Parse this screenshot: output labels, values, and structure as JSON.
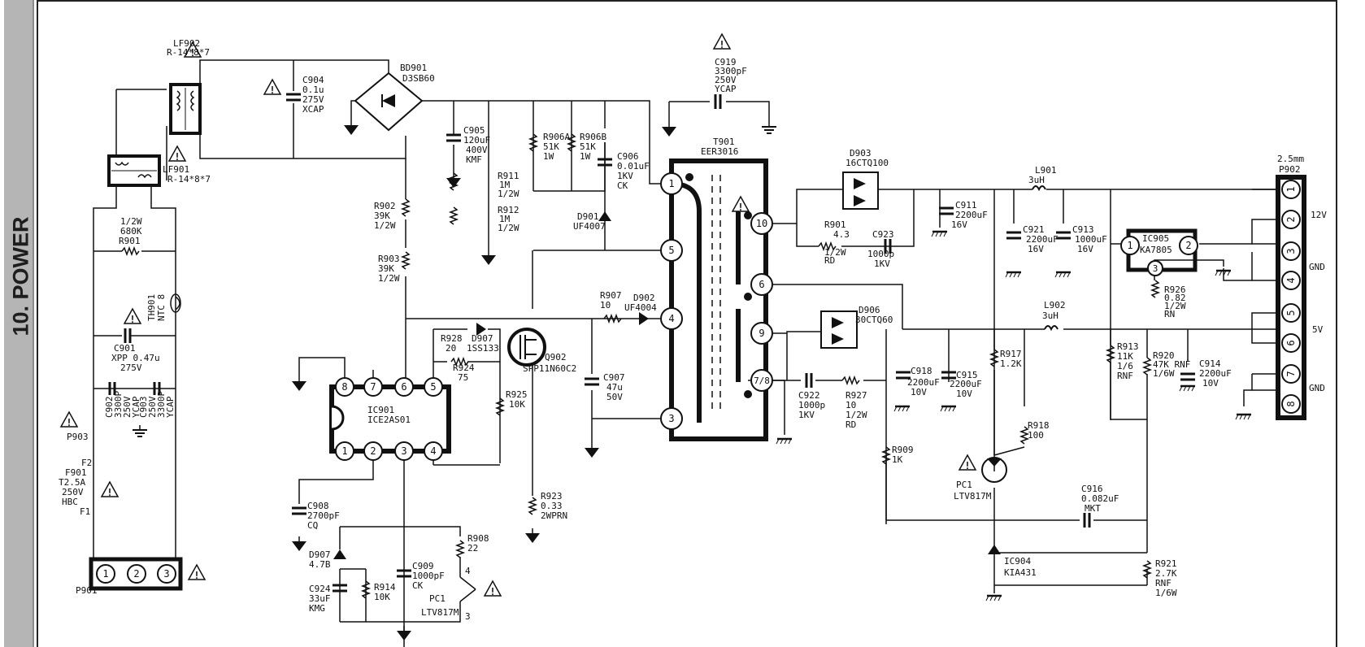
{
  "section_title": "10. POWER",
  "colors": {
    "ink": "#111111",
    "tab": "#b5b5b5"
  },
  "labels": {
    "lf902": "LF902",
    "lf902_val": "R-14*8*7",
    "lf901": "LF901",
    "lf901_val": "R-14*8*7",
    "c904": "C904",
    "c904_v1": "0.1u",
    "c904_v2": "275V",
    "c904_v3": "XCAP",
    "bd901": "BD901",
    "bd901_val": "D3SB60",
    "c919": "C919",
    "c919_v1": "3300pF",
    "c919_v2": "250V",
    "c919_v3": "YCAP",
    "c905": "C905",
    "c905_v1": "120uF",
    "c905_v2": "400V",
    "c905_v3": "KMF",
    "r906a": "R906A",
    "r906a_v1": "51K",
    "r906a_v2": "1W",
    "r906b": "R906B",
    "r906b_v1": "51K",
    "r906b_v2": "1W",
    "c906": "C906",
    "c906_v1": "0.01uF",
    "c906_v2": "1KV",
    "c906_v3": "CK",
    "t901": "T901",
    "t901_val": "EER3016",
    "r911": "R911",
    "r911_v1": "1M",
    "r911_v2": "1/2W",
    "r912": "R912",
    "r912_v1": "1M",
    "r912_v2": "1/2W",
    "d901": "D901",
    "d901_val": "UF4007",
    "r902": "R902",
    "r902_v1": "39K",
    "r902_v2": "1/2W",
    "r903": "R903",
    "r903_v1": "39K",
    "r903_v2": "1/2W",
    "r901a_v1": "1/2W",
    "r901a_v2": "680K",
    "r901a": "R901",
    "th901": "TH901",
    "th901_val": "NTC 8",
    "c901": "C901",
    "c901_v1": "XPP 0.47u",
    "c901_v2": "275V",
    "c902": "C902",
    "c902_v1": "3300P",
    "c902_v2": "250V",
    "c902_v3": "YCAP",
    "c903": "C903",
    "c903_v1": "250V",
    "c903_v2": "3300P",
    "c903_v3": "YCAP",
    "p903": "P903",
    "f2": "F2",
    "f901": "F901",
    "f901_v1": "T2.5A",
    "f901_v2": "250V",
    "f901_v3": "HBC",
    "f1": "F1",
    "p901": "P901",
    "p901_n1": "1",
    "p901_n2": "2",
    "p901_n3": "3",
    "r907": "R907",
    "r907_val": "10",
    "d902": "D902",
    "d902_val": "UF4004",
    "r928": "R928",
    "r928_val": "20",
    "d907a": "D907",
    "d907a_val": "1SS133",
    "r924": "R924",
    "r924_val": "75",
    "q902": "Q902",
    "q902_val": "SPP11N60C2",
    "c907": "C907",
    "c907_v1": "47u",
    "c907_v2": "50V",
    "r925": "R925",
    "r925_val": "10K",
    "ic901": "IC901",
    "ic901_val": "ICE2AS01",
    "ic_p1": "1",
    "ic_p2": "2",
    "ic_p3": "3",
    "ic_p4": "4",
    "ic_p5": "5",
    "ic_p6": "6",
    "ic_p7": "7",
    "ic_p8": "8",
    "c908": "C908",
    "c908_v1": "2700pF",
    "c908_v2": "CQ",
    "r923": "R923",
    "r923_v1": "0.33",
    "r923_v2": "2WPRN",
    "d907b": "D907",
    "d907b_val": "4.7B",
    "c909": "C909",
    "c909_v1": "1000pF",
    "c909_v2": "CK",
    "r908": "R908",
    "r908_val": "22",
    "c924": "C924",
    "c924_v1": "33uF",
    "c924_v2": "KMG",
    "r914": "R914",
    "r914_val": "10K",
    "pc1a": "PC1",
    "pc1a_val": "LTV817M",
    "pc1a_p4": "4",
    "pc1a_p3": "3",
    "t_p1": "1",
    "t_p5": "5",
    "t_p4": "4",
    "t_p3": "3",
    "t_p10": "10",
    "t_p6": "6",
    "t_p9": "9",
    "t_p78": "7/8",
    "d903": "D903",
    "d903_val": "16CTQ100",
    "r901b": "R901",
    "r901b_v1": "4.3",
    "r901b_v2": "1/2W",
    "r901b_v3": "RD",
    "c923": "C923",
    "c923_v1": "1000p",
    "c923_v2": "1KV",
    "c911": "C911",
    "c911_v1": "2200uF",
    "c911_v2": "16V",
    "l901": "L901",
    "l901_val": "3uH",
    "c921": "C921",
    "c921_v1": "2200uF",
    "c921_v2": "16V",
    "c913": "C913",
    "c913_v1": "1000uF",
    "c913_v2": "16V",
    "ic905": "IC905",
    "ic905_val": "KA7805",
    "ic905_p1": "1",
    "ic905_p2": "2",
    "ic905_p3": "3",
    "r926": "R926",
    "r926_v1": "0.82",
    "r926_v2": "1/2W",
    "r926_v3": "RN",
    "d906": "D906",
    "d906_val": "30CTQ60",
    "l902": "L902",
    "l902_val": "3uH",
    "c918": "C918",
    "c918_v1": "2200uF",
    "c918_v2": "10V",
    "c915": "C915",
    "c915_v1": "2200uF",
    "c915_v2": "10V",
    "c922": "C922",
    "c922_v1": "1000p",
    "c922_v2": "1KV",
    "r927": "R927",
    "r927_v1": "10",
    "r927_v2": "1/2W",
    "r927_v3": "RD",
    "r917": "R917",
    "r917_val": "1.2K",
    "r918": "R918",
    "r918_val": "100",
    "r909": "R909",
    "r909_val": "1K",
    "r913": "R913",
    "r913_v1": "11K",
    "r913_v2": "1/6",
    "r913_v3": "RNF",
    "r920": "R920",
    "r920_v1": "47K RNF",
    "r920_v2": "1/6W",
    "c914": "C914",
    "c914_v1": "2200uF",
    "c914_v2": "10V",
    "pc1b": "PC1",
    "pc1b_val": "LTV817M",
    "c916": "C916",
    "c916_v1": "0.082uF",
    "c916_v2": "MKT",
    "ic904": "IC904",
    "ic904_val": "KIA431",
    "r921": "R921",
    "r921_v1": "2.7K",
    "r921_v2": "RNF",
    "r921_v3": "1/6W",
    "p902": "P902",
    "p902_size": "2.5mm",
    "p902_n1": "1",
    "p902_n2": "2",
    "p902_n3": "3",
    "p902_n4": "4",
    "p902_n5": "5",
    "p902_n6": "6",
    "p902_n7": "7",
    "p902_n8": "8",
    "out_12v": "12V",
    "out_gnd1": "GND",
    "out_5v": "5V",
    "out_gnd2": "GND",
    "warn": "!"
  }
}
